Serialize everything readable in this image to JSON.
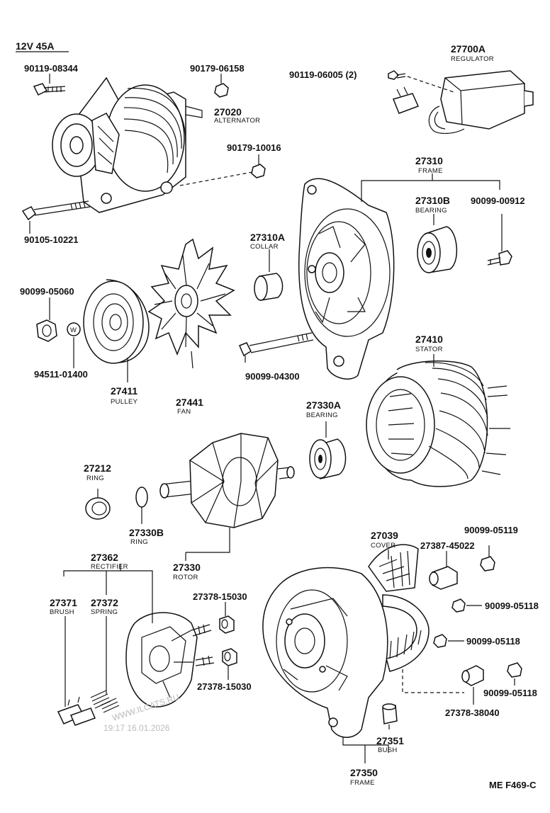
{
  "header": {
    "spec": "12V  45A"
  },
  "footer": {
    "code": "ME  F469-C"
  },
  "watermark": {
    "site": "WWW.ILCATS.RU",
    "datetime": "19:17 16.01.2026"
  },
  "labels": {
    "p90119_08344": "90119-08344",
    "p90179_06158": "90179-06158",
    "p27020": "27020",
    "n27020": "ALTERNATOR",
    "p90119_06005": "90119-06005 (2)",
    "p27700A": "27700A",
    "n27700A": "REGULATOR",
    "p90179_10016": "90179-10016",
    "p27310": "27310",
    "n27310": "FRAME",
    "p27310B": "27310B",
    "n27310B": "BEARING",
    "p90099_00912": "90099-00912",
    "p90105_10221": "90105-10221",
    "p27310A": "27310A",
    "n27310A": "COLLAR",
    "p90099_05060": "90099-05060",
    "washer_mark": "W",
    "p94511_01400": "94511-01400",
    "p27411": "27411",
    "n27411": "PULLEY",
    "p27441": "27441",
    "n27441": "FAN",
    "p90099_04300": "90099-04300",
    "p27410": "27410",
    "n27410": "STATOR",
    "p27330A": "27330A",
    "n27330A": "BEARING",
    "p27212": "27212",
    "n27212": "RING",
    "p27330B": "27330B",
    "n27330B": "RING",
    "p27330": "27330",
    "n27330": "ROTOR",
    "p27039": "27039",
    "n27039": "COVER",
    "p90099_05119": "90099-05119",
    "p27387_45022": "27387-45022",
    "p27362": "27362",
    "n27362": "RECTIFIER",
    "p27371": "27371",
    "n27371": "BRUSH",
    "p27372": "27372",
    "n27372": "SPRING",
    "p27378_15030a": "27378-15030",
    "p27378_15030b": "27378-15030",
    "p90099_05118a": "90099-05118",
    "p90099_05118b": "90099-05118",
    "p90099_05118c": "90099-05118",
    "p27378_38040": "27378-38040",
    "p27351": "27351",
    "n27351": "BUSH",
    "p27350": "27350",
    "n27350": "FRAME"
  }
}
